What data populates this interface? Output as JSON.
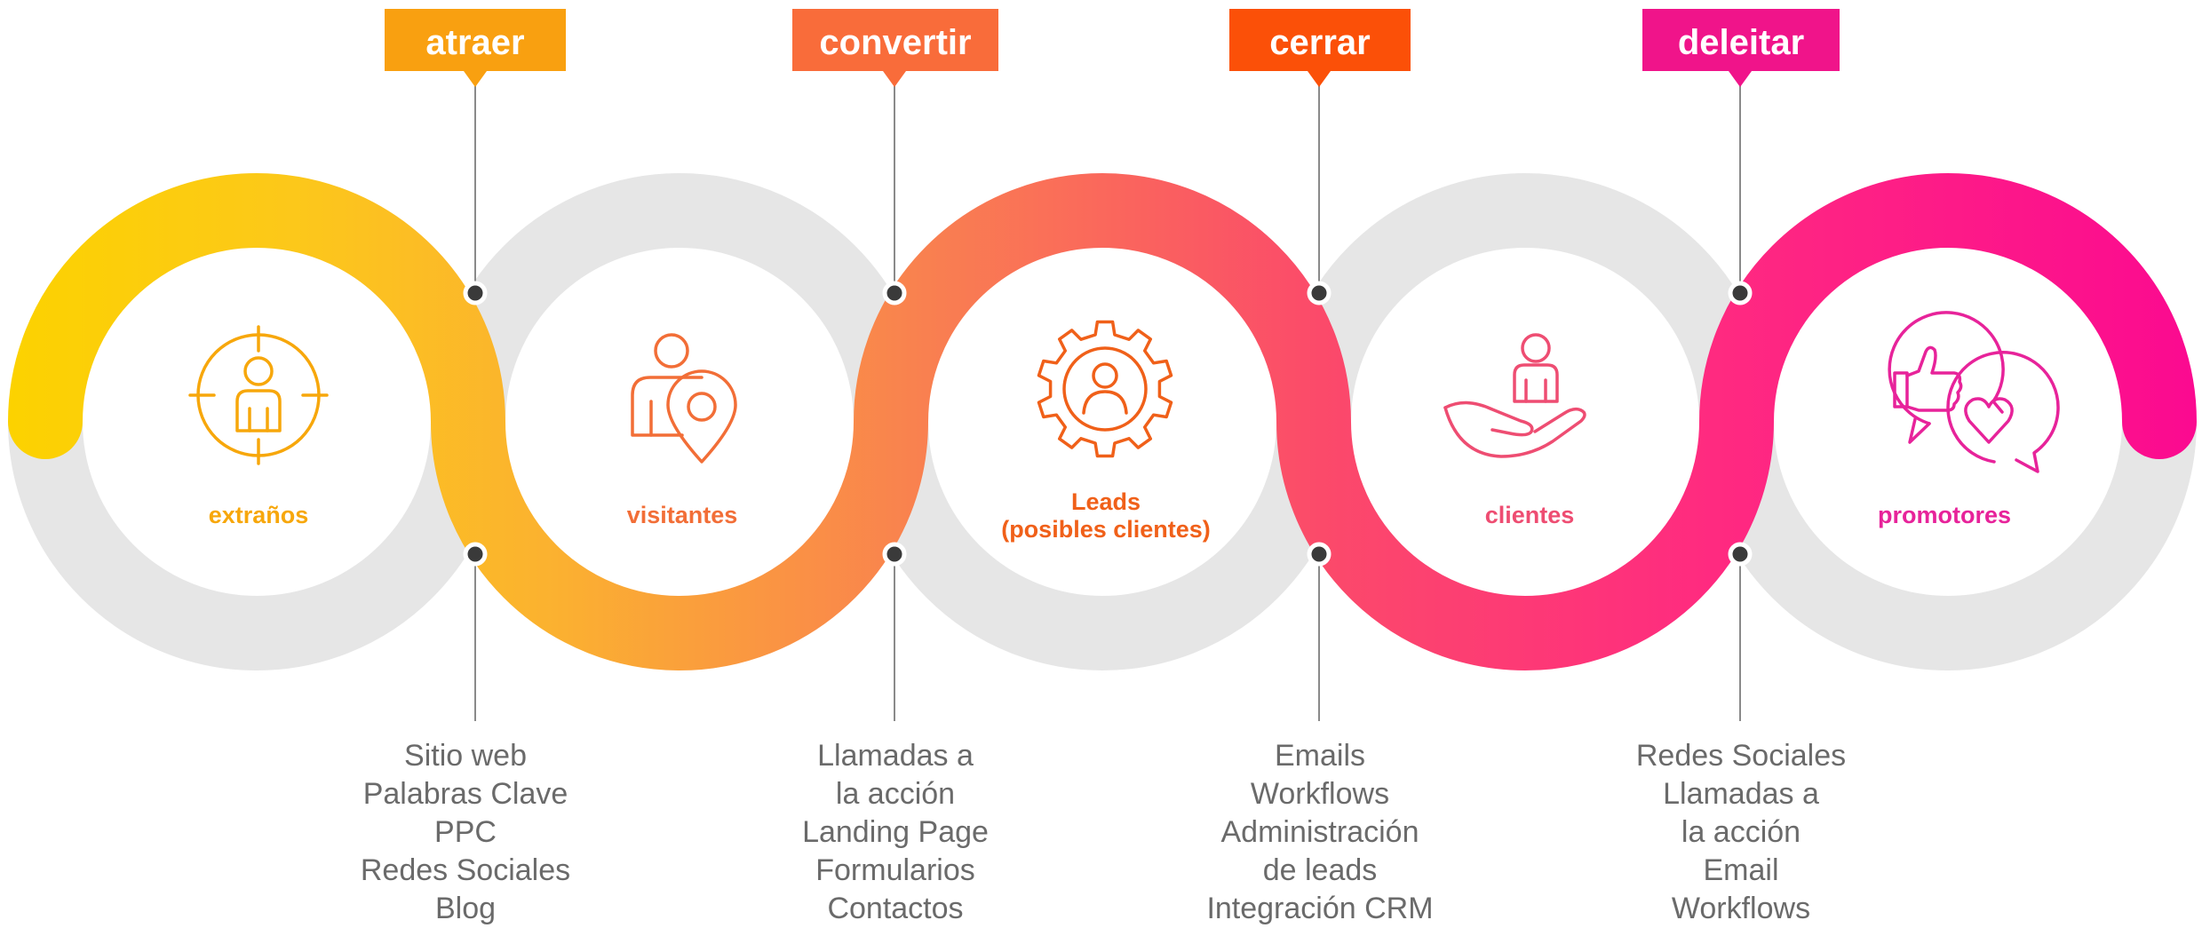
{
  "colors": {
    "track": "#e6e6e6",
    "connector": "#8a8a8a",
    "dot": "#3a3a3a",
    "gradient": [
      "#fcd200",
      "#fbb130",
      "#f98050",
      "#fb4a6a",
      "#ff2a80",
      "#fb0a90"
    ]
  },
  "stages": [
    {
      "label": "atraer",
      "color": "#f9a010",
      "items": [
        "Sitio web",
        "Palabras Clave",
        "PPC",
        "Redes Sociales",
        "Blog"
      ]
    },
    {
      "label": "convertir",
      "color": "#f96c3a",
      "items": [
        "Llamadas a",
        "la acción",
        "Landing Page",
        "Formularios",
        "Contactos"
      ]
    },
    {
      "label": "cerrar",
      "color": "#fb5008",
      "items": [
        "Emails",
        "Workflows",
        "Administración",
        "de leads",
        "Integración CRM"
      ]
    },
    {
      "label": "deleitar",
      "color": "#f0148a",
      "items": [
        "Redes Sociales",
        "Llamadas a",
        "la acción",
        "Email",
        "Workflows"
      ]
    }
  ],
  "circles": [
    {
      "lines": [
        "extraños"
      ],
      "icon": "target-person-icon",
      "color": "#f7a70b"
    },
    {
      "lines": [
        "visitantes"
      ],
      "icon": "person-location-icon",
      "color": "#f26e37"
    },
    {
      "lines": [
        "Leads",
        "(posibles clientes)"
      ],
      "icon": "gear-person-icon",
      "color": "#f06019"
    },
    {
      "lines": [
        "clientes"
      ],
      "icon": "hand-person-icon",
      "color": "#ee4d72"
    },
    {
      "lines": [
        "promotores"
      ],
      "icon": "thumbs-up-heart-icon",
      "color": "#e7239a"
    }
  ]
}
